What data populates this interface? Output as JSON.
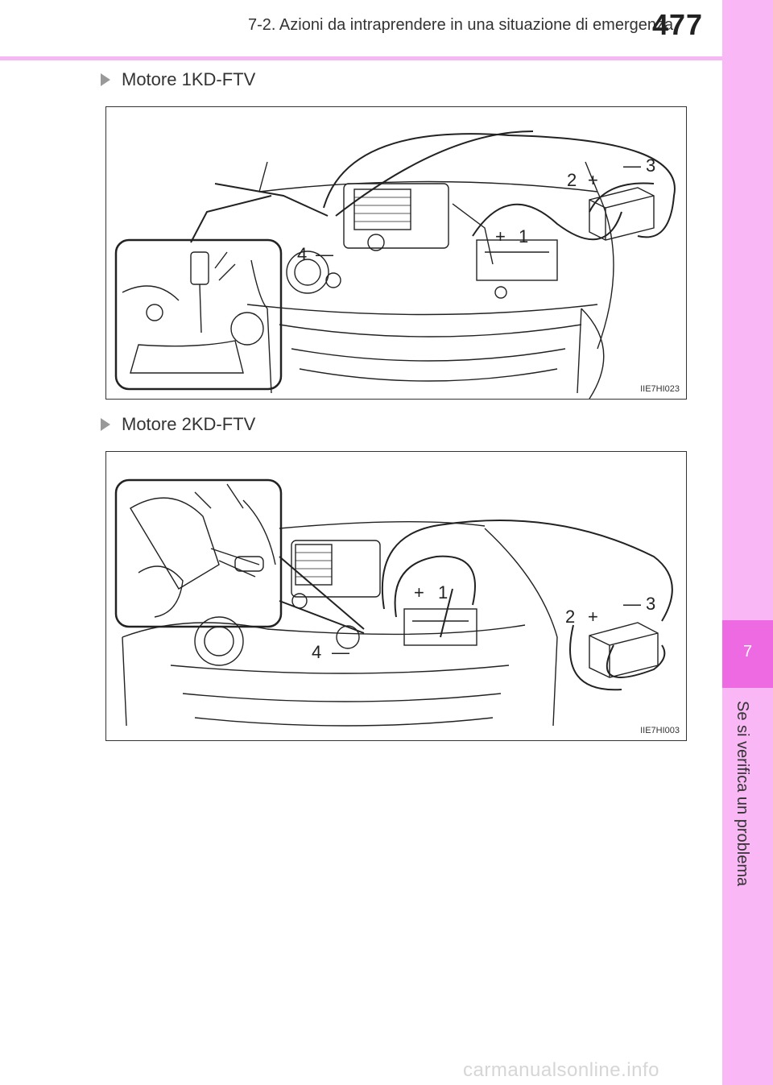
{
  "header": {
    "section_title": "7-2. Azioni da intraprendere in una situazione di emergenza",
    "page_number": "477"
  },
  "side_tab": {
    "chapter_number": "7",
    "chapter_title": "Se si verifica un problema",
    "color": "#f9b8f5",
    "accent": "#ee6ae3"
  },
  "figures": [
    {
      "caption": "Motore 1KD-FTV",
      "image_code": "IIE7HI023",
      "callouts": [
        {
          "num": "1",
          "sign": "+"
        },
        {
          "num": "2",
          "sign": "+"
        },
        {
          "num": "3",
          "sign": "—"
        },
        {
          "num": "4",
          "sign": "—"
        }
      ]
    },
    {
      "caption": "Motore 2KD-FTV",
      "image_code": "IIE7HI003",
      "callouts": [
        {
          "num": "1",
          "sign": "+"
        },
        {
          "num": "2",
          "sign": "+"
        },
        {
          "num": "3",
          "sign": "—"
        },
        {
          "num": "4",
          "sign": "—"
        }
      ]
    }
  ],
  "watermark": "carmanualsonline.info"
}
